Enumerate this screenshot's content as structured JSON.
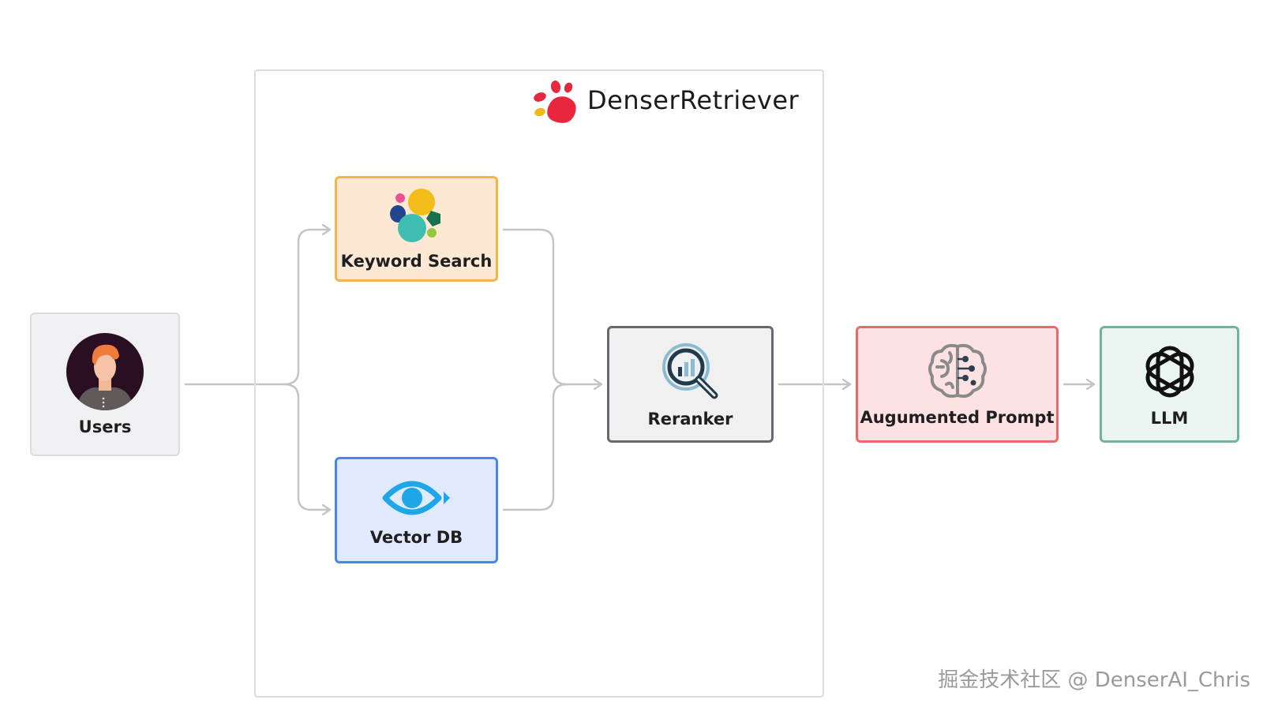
{
  "brand": {
    "name": "DenserRetriever",
    "logo_colors": [
      "#e8273e",
      "#f1b81a"
    ]
  },
  "nodes": {
    "users": {
      "label": "Users",
      "icon": "user-avatar-icon"
    },
    "keyword_search": {
      "label": "Keyword Search",
      "icon": "elastic-logo-icon"
    },
    "vector_db": {
      "label": "Vector DB",
      "icon": "eye-icon"
    },
    "reranker": {
      "label": "Reranker",
      "icon": "magnifier-chart-icon"
    },
    "augmented_prompt": {
      "label": "Augumented Prompt",
      "icon": "brain-circuit-icon"
    },
    "llm": {
      "label": "LLM",
      "icon": "openai-logo-icon"
    }
  },
  "edges": [
    {
      "from": "Users",
      "to": "Keyword Search"
    },
    {
      "from": "Users",
      "to": "Vector DB"
    },
    {
      "from": "Keyword Search",
      "to": "Reranker"
    },
    {
      "from": "Vector DB",
      "to": "Reranker"
    },
    {
      "from": "Reranker",
      "to": "Augumented Prompt"
    },
    {
      "from": "Augumented Prompt",
      "to": "LLM"
    }
  ],
  "colors": {
    "keyword_border": "#f4b548",
    "vector_border": "#4a86e8",
    "reranker_border": "#666a70",
    "augmented_border": "#ea6a6a",
    "llm_border": "#6fb59b",
    "connector": "#c4c4c4"
  },
  "watermark": "掘金技术社区 @ DenserAI_Chris"
}
